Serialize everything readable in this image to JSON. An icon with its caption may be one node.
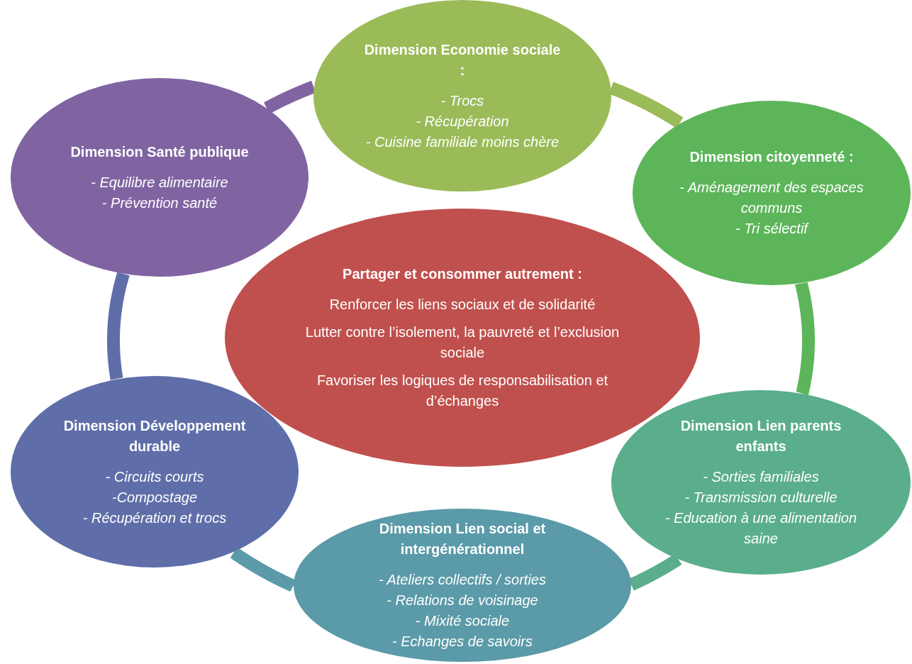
{
  "diagram": {
    "nodes": [
      {
        "text": [
          "Dimension Economie sociale :",
          "- Trocs",
          "- Récupération",
          "- Cuisine familiale moins chère"
        ]
      },
      {
        "text": [
          "Dimension Santé publique",
          "- Equilibre alimentaire",
          "- Prévention santé"
        ]
      },
      {
        "text": [
          "Dimension citoyenneté :",
          "- Aménagement des espaces communs",
          "- Tri sélectif"
        ]
      },
      {
        "text": [
          "Partager et consommer autrement :",
          "Renforcer les liens sociaux et de solidarité",
          "Lutter contre l’isolement, la pauvreté et l’exclusion sociale",
          "Favoriser les logiques de responsabilisation et d’échanges"
        ]
      },
      {
        "text": [
          "Dimension Lien parents enfants",
          "- Sorties familiales",
          "- Transmission culturelle",
          "- Education à une alimentation saine"
        ]
      },
      {
        "text": [
          "Dimension Développement durable",
          "- Circuits courts",
          "-Compostage",
          "- Récupération et trocs"
        ]
      },
      {
        "text": [
          "Dimension Lien social et intergénérationnel",
          "- Ateliers collectifs / sorties",
          "- Relations de voisinage",
          "- Mixité sociale",
          "- Echanges de savoirs"
        ]
      }
    ],
    "edges": [
      {
        "from": 0,
        "to": 2,
        "arrow": "none",
        "color": "#9bbb59"
      },
      {
        "from": 2,
        "to": 4,
        "arrow": "none",
        "color": "#5db55a"
      },
      {
        "from": 4,
        "to": 6,
        "arrow": "none",
        "color": "#5aae8b"
      },
      {
        "from": 6,
        "to": 5,
        "arrow": "none",
        "color": "#5b9aa8"
      },
      {
        "from": 5,
        "to": 1,
        "arrow": "none",
        "color": "#5f6ea8"
      },
      {
        "from": 1,
        "to": 0,
        "arrow": "none",
        "color": "#8064a2"
      }
    ]
  }
}
